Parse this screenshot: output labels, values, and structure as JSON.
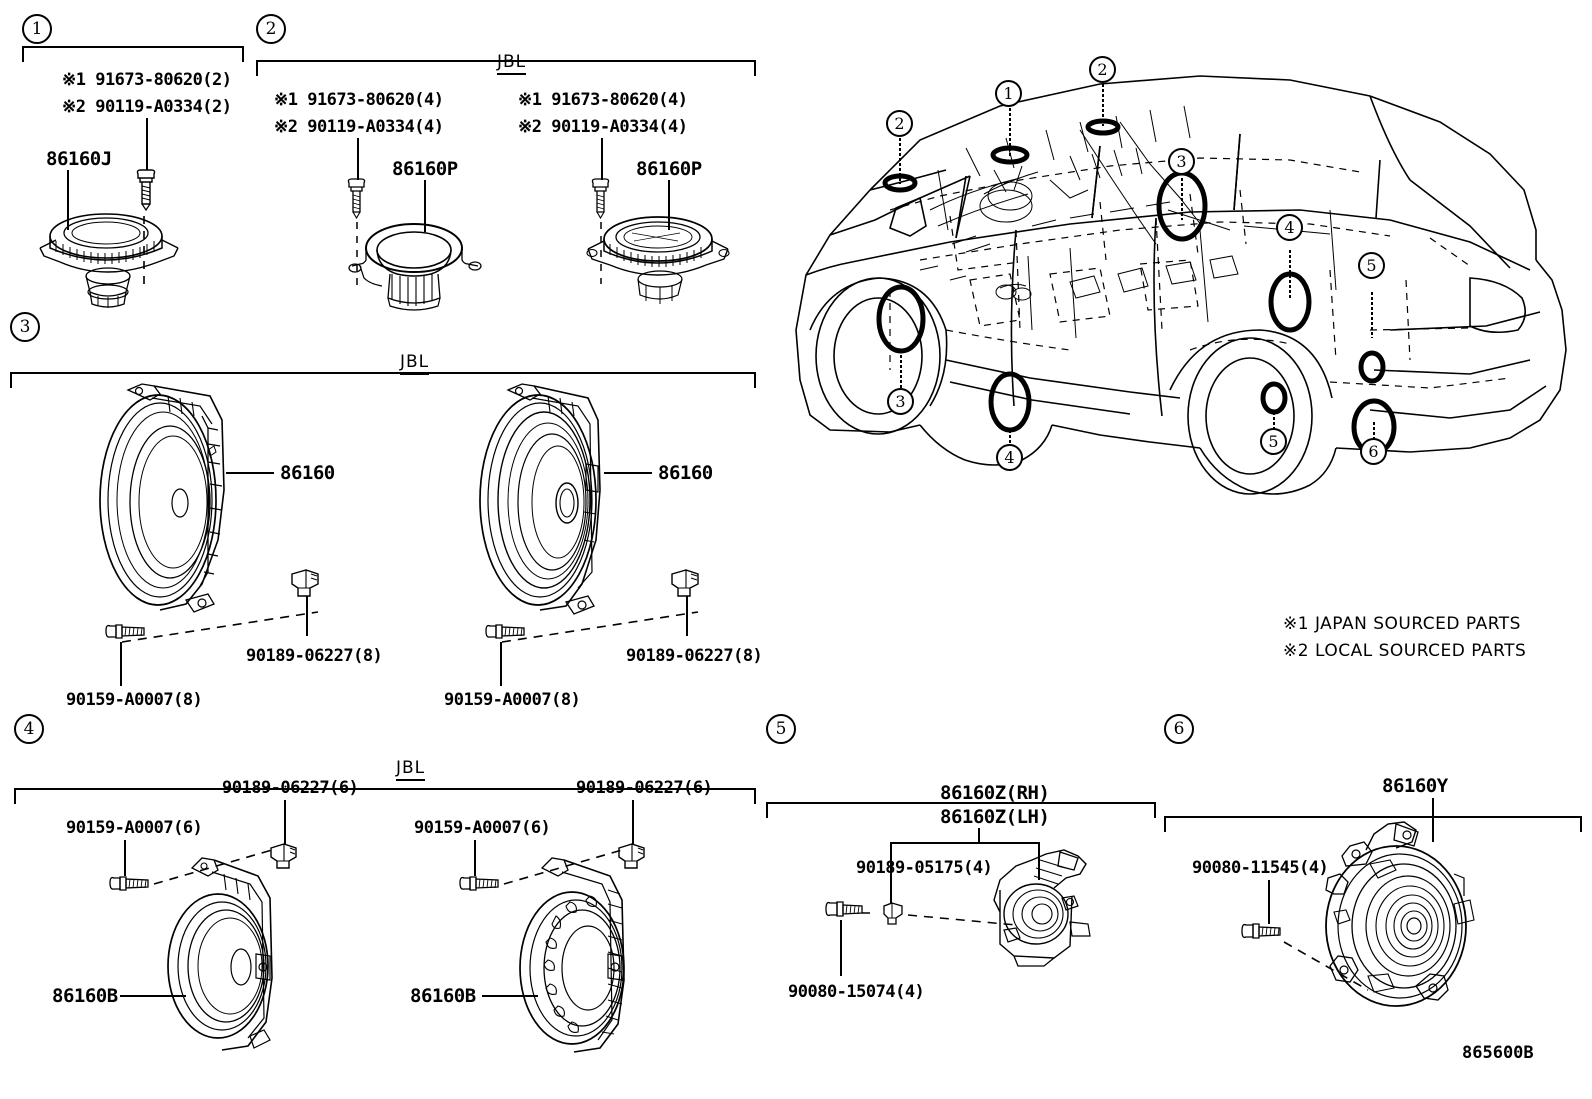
{
  "figure": {
    "id": "865600B",
    "notes": [
      "※1 JAPAN SOURCED PARTS",
      "※2 LOCAL SOURCED PARTS"
    ]
  },
  "sections": [
    {
      "number": "1",
      "brand": "",
      "items": [
        {
          "part_label": "86160J",
          "fasteners": [
            "※1 91673-80620(2)",
            "※2 90119-A0334(2)"
          ]
        }
      ]
    },
    {
      "number": "2",
      "brand": "JBL",
      "items": [
        {
          "part_label": "86160P",
          "fasteners": [
            "※1 91673-80620(4)",
            "※2 90119-A0334(4)"
          ]
        },
        {
          "part_label": "86160P",
          "fasteners": [
            "※1 91673-80620(4)",
            "※2 90119-A0334(4)"
          ]
        }
      ]
    },
    {
      "number": "3",
      "brand": "JBL",
      "items": [
        {
          "part_label": "86160",
          "fasteners": [
            "90189-06227(8)",
            "90159-A0007(8)"
          ]
        },
        {
          "part_label": "86160",
          "fasteners": [
            "90189-06227(8)",
            "90159-A0007(8)"
          ]
        }
      ]
    },
    {
      "number": "4",
      "brand": "JBL",
      "items": [
        {
          "part_label": "86160B",
          "fasteners": [
            "90189-06227(6)",
            "90159-A0007(6)"
          ]
        },
        {
          "part_label": "86160B",
          "fasteners": [
            "90189-06227(6)",
            "90159-A0007(6)"
          ]
        }
      ]
    },
    {
      "number": "5",
      "brand": "",
      "items": [
        {
          "part_label": "86160Z(RH)",
          "part_label2": "86160Z(LH)",
          "fasteners": [
            "90189-05175(4)",
            "90080-15074(4)"
          ]
        }
      ]
    },
    {
      "number": "6",
      "brand": "",
      "items": [
        {
          "part_label": "86160Y",
          "fasteners": [
            "90080-11545(4)"
          ]
        }
      ]
    }
  ],
  "vehicle_callouts": [
    {
      "id": "c1",
      "number": "1"
    },
    {
      "id": "c2a",
      "number": "2"
    },
    {
      "id": "c2b",
      "number": "2"
    },
    {
      "id": "c3a",
      "number": "3"
    },
    {
      "id": "c3b",
      "number": "3"
    },
    {
      "id": "c4a",
      "number": "4"
    },
    {
      "id": "c4b",
      "number": "4"
    },
    {
      "id": "c5a",
      "number": "5"
    },
    {
      "id": "c5b",
      "number": "5"
    },
    {
      "id": "c6",
      "number": "6"
    }
  ],
  "colors": {
    "line": "#000000",
    "background": "#ffffff"
  }
}
